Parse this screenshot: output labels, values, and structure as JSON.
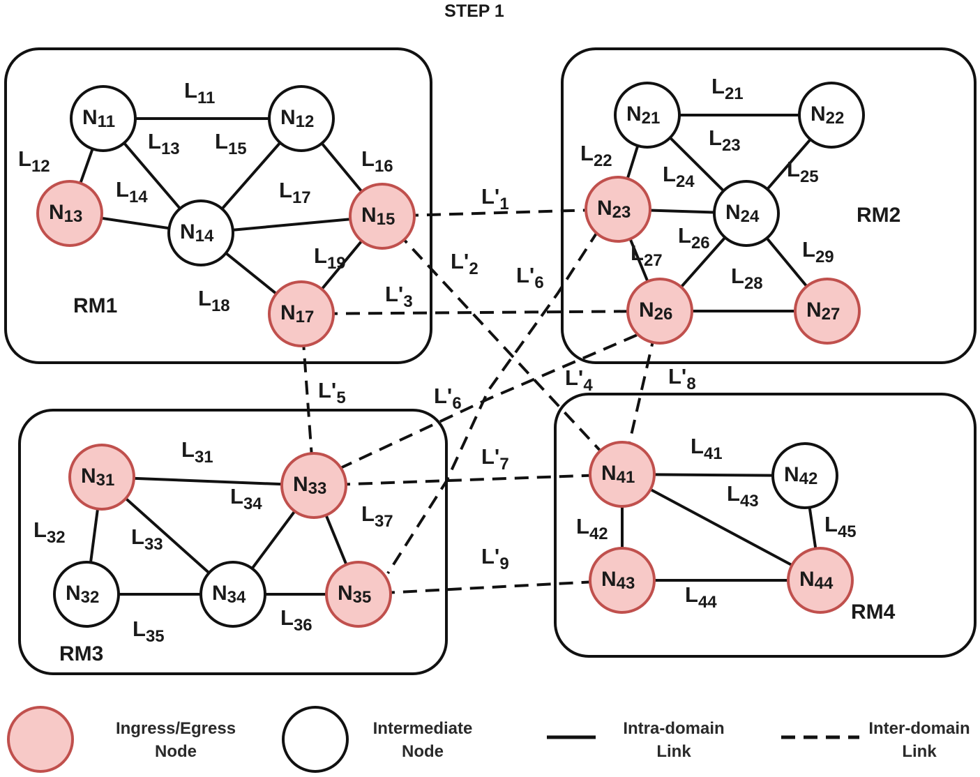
{
  "title": "STEP 1",
  "colors": {
    "ingress_fill": "#f7c9c7",
    "ingress_stroke": "#c0504d",
    "intermediate_fill": "#ffffff",
    "stroke": "#111111"
  },
  "domains": [
    {
      "id": "RM1",
      "label": "RM1"
    },
    {
      "id": "RM2",
      "label": "RM2"
    },
    {
      "id": "RM3",
      "label": "RM3"
    },
    {
      "id": "RM4",
      "label": "RM4"
    }
  ],
  "nodes": [
    {
      "id": "N11",
      "base": "N",
      "sub": "11",
      "type": "intermediate"
    },
    {
      "id": "N12",
      "base": "N",
      "sub": "12",
      "type": "intermediate"
    },
    {
      "id": "N13",
      "base": "N",
      "sub": "13",
      "type": "ingress"
    },
    {
      "id": "N14",
      "base": "N",
      "sub": "14",
      "type": "intermediate"
    },
    {
      "id": "N15",
      "base": "N",
      "sub": "15",
      "type": "ingress"
    },
    {
      "id": "N17",
      "base": "N",
      "sub": "17",
      "type": "ingress"
    },
    {
      "id": "N21",
      "base": "N",
      "sub": "21",
      "type": "intermediate"
    },
    {
      "id": "N22",
      "base": "N",
      "sub": "22",
      "type": "intermediate"
    },
    {
      "id": "N23",
      "base": "N",
      "sub": "23",
      "type": "ingress"
    },
    {
      "id": "N24",
      "base": "N",
      "sub": "24",
      "type": "intermediate"
    },
    {
      "id": "N26",
      "base": "N",
      "sub": "26",
      "type": "ingress"
    },
    {
      "id": "N27",
      "base": "N",
      "sub": "27",
      "type": "ingress"
    },
    {
      "id": "N31",
      "base": "N",
      "sub": "31",
      "type": "ingress"
    },
    {
      "id": "N32",
      "base": "N",
      "sub": "32",
      "type": "intermediate"
    },
    {
      "id": "N33",
      "base": "N",
      "sub": "33",
      "type": "ingress"
    },
    {
      "id": "N34",
      "base": "N",
      "sub": "34",
      "type": "intermediate"
    },
    {
      "id": "N35",
      "base": "N",
      "sub": "35",
      "type": "ingress"
    },
    {
      "id": "N41",
      "base": "N",
      "sub": "41",
      "type": "ingress"
    },
    {
      "id": "N42",
      "base": "N",
      "sub": "42",
      "type": "intermediate"
    },
    {
      "id": "N43",
      "base": "N",
      "sub": "43",
      "type": "ingress"
    },
    {
      "id": "N44",
      "base": "N",
      "sub": "44",
      "type": "ingress"
    }
  ],
  "links": [
    {
      "from": "N11",
      "to": "N12",
      "base": "L",
      "sub": "11",
      "kind": "intra"
    },
    {
      "from": "N11",
      "to": "N13",
      "base": "L",
      "sub": "12",
      "kind": "intra"
    },
    {
      "from": "N11",
      "to": "N14",
      "base": "L",
      "sub": "13",
      "kind": "intra"
    },
    {
      "from": "N13",
      "to": "N14",
      "base": "L",
      "sub": "14",
      "kind": "intra"
    },
    {
      "from": "N12",
      "to": "N14",
      "base": "L",
      "sub": "15",
      "kind": "intra"
    },
    {
      "from": "N12",
      "to": "N15",
      "base": "L",
      "sub": "16",
      "kind": "intra"
    },
    {
      "from": "N14",
      "to": "N15",
      "base": "L",
      "sub": "17",
      "kind": "intra"
    },
    {
      "from": "N14",
      "to": "N17",
      "base": "L",
      "sub": "18",
      "kind": "intra"
    },
    {
      "from": "N15",
      "to": "N17",
      "base": "L",
      "sub": "19",
      "kind": "intra"
    },
    {
      "from": "N21",
      "to": "N22",
      "base": "L",
      "sub": "21",
      "kind": "intra"
    },
    {
      "from": "N21",
      "to": "N23",
      "base": "L",
      "sub": "22",
      "kind": "intra"
    },
    {
      "from": "N21",
      "to": "N24",
      "base": "L",
      "sub": "23",
      "kind": "intra"
    },
    {
      "from": "N23",
      "to": "N24",
      "base": "L",
      "sub": "24",
      "kind": "intra"
    },
    {
      "from": "N22",
      "to": "N24",
      "base": "L",
      "sub": "25",
      "kind": "intra"
    },
    {
      "from": "N24",
      "to": "N26",
      "base": "L",
      "sub": "26",
      "kind": "intra"
    },
    {
      "from": "N23",
      "to": "N26",
      "base": "L",
      "sub": "27",
      "kind": "intra"
    },
    {
      "from": "N26",
      "to": "N27",
      "base": "L",
      "sub": "28",
      "kind": "intra"
    },
    {
      "from": "N24",
      "to": "N27",
      "base": "L",
      "sub": "29",
      "kind": "intra"
    },
    {
      "from": "N31",
      "to": "N33",
      "base": "L",
      "sub": "31",
      "kind": "intra"
    },
    {
      "from": "N31",
      "to": "N32",
      "base": "L",
      "sub": "32",
      "kind": "intra"
    },
    {
      "from": "N31",
      "to": "N34",
      "base": "L",
      "sub": "33",
      "kind": "intra"
    },
    {
      "from": "N34",
      "to": "N33",
      "base": "L",
      "sub": "34",
      "kind": "intra"
    },
    {
      "from": "N32",
      "to": "N34",
      "base": "L",
      "sub": "35",
      "kind": "intra"
    },
    {
      "from": "N34",
      "to": "N35",
      "base": "L",
      "sub": "36",
      "kind": "intra"
    },
    {
      "from": "N33",
      "to": "N35",
      "base": "L",
      "sub": "37",
      "kind": "intra"
    },
    {
      "from": "N41",
      "to": "N42",
      "base": "L",
      "sub": "41",
      "kind": "intra"
    },
    {
      "from": "N41",
      "to": "N43",
      "base": "L",
      "sub": "42",
      "kind": "intra"
    },
    {
      "from": "N41",
      "to": "N44",
      "base": "L",
      "sub": "43",
      "kind": "intra"
    },
    {
      "from": "N43",
      "to": "N44",
      "base": "L",
      "sub": "44",
      "kind": "intra"
    },
    {
      "from": "N42",
      "to": "N44",
      "base": "L",
      "sub": "45",
      "kind": "intra"
    },
    {
      "from": "N15",
      "to": "N23",
      "base": "L'",
      "sub": "1",
      "kind": "inter"
    },
    {
      "from": "N15",
      "to": "N41",
      "base": "L'",
      "sub": "2",
      "kind": "inter"
    },
    {
      "from": "N17",
      "to": "N26",
      "base": "L'",
      "sub": "3",
      "kind": "inter"
    },
    {
      "from": "N33",
      "to": "N26",
      "base": "L'",
      "sub": "4",
      "kind": "inter"
    },
    {
      "from": "N17",
      "to": "N33",
      "base": "L'",
      "sub": "5",
      "kind": "inter"
    },
    {
      "from": "N23",
      "to": "N35",
      "base": "L'",
      "sub": "6",
      "kind": "inter"
    },
    {
      "from": "N33",
      "to": "N41",
      "base": "L'",
      "sub": "7",
      "kind": "inter"
    },
    {
      "from": "N26",
      "to": "N41",
      "base": "L'",
      "sub": "8",
      "kind": "inter"
    },
    {
      "from": "N35",
      "to": "N43",
      "base": "L'",
      "sub": "9",
      "kind": "inter"
    }
  ],
  "extra_labels": [
    {
      "base": "L'",
      "sub": "6"
    }
  ],
  "legend": [
    {
      "kind": "ingress-node",
      "lines": [
        "Ingress/Egress",
        "Node"
      ]
    },
    {
      "kind": "intermediate-node",
      "lines": [
        "Intermediate",
        "Node"
      ]
    },
    {
      "kind": "intra-link",
      "lines": [
        "Intra-domain",
        "Link"
      ]
    },
    {
      "kind": "inter-link",
      "lines": [
        "Inter-domain",
        "Link"
      ]
    }
  ]
}
